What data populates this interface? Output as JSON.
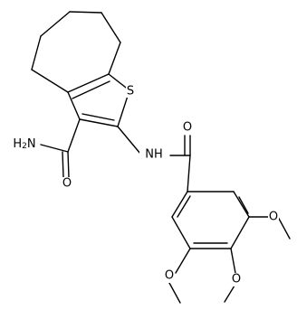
{
  "molecule": {
    "labels": {
      "sulfur": "S",
      "amide_nh2": "H2N",
      "amide_o": "O",
      "nh": "NH",
      "carbonyl_o": "O",
      "methoxy_o1": "O",
      "methoxy_o2": "O",
      "methoxy_o3": "O"
    },
    "colors": {
      "bond": "#000000",
      "text": "#000000",
      "background": "#ffffff"
    }
  }
}
